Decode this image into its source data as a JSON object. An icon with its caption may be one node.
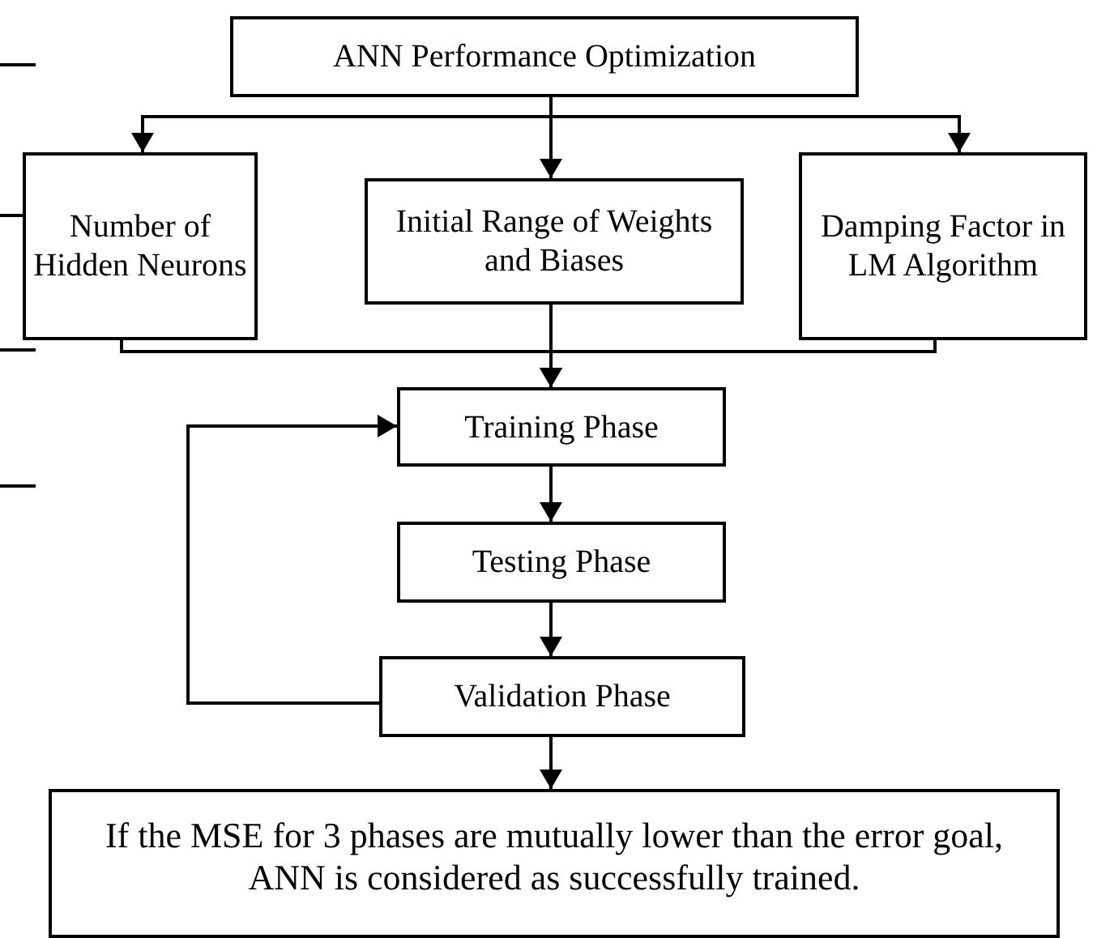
{
  "diagram": {
    "nodes": [
      {
        "text": [
          "ANN Performance Optimization"
        ]
      },
      {
        "text": [
          "Number of Hidden Neurons"
        ]
      },
      {
        "text": [
          "Initial Range of Weights and Biases"
        ]
      },
      {
        "text": [
          "Damping Factor in LM Algorithm"
        ]
      },
      {
        "text": [
          "Training Phase"
        ]
      },
      {
        "text": [
          "Testing Phase"
        ]
      },
      {
        "text": [
          "Validation Phase"
        ]
      },
      {
        "text": [
          "If the MSE for 3 phases are mutually lower than the error goal, ANN is considered as successfully trained."
        ]
      }
    ],
    "edges": [
      {
        "from": 0,
        "to": 1,
        "arrow": "to"
      },
      {
        "from": 0,
        "to": 2,
        "arrow": "to"
      },
      {
        "from": 0,
        "to": 3,
        "arrow": "to"
      },
      {
        "from": 1,
        "to": 4,
        "arrow": "to"
      },
      {
        "from": 2,
        "to": 4,
        "arrow": "to"
      },
      {
        "from": 3,
        "to": 4,
        "arrow": "to"
      },
      {
        "from": 4,
        "to": 5,
        "arrow": "to"
      },
      {
        "from": 5,
        "to": 6,
        "arrow": "to"
      },
      {
        "from": 6,
        "to": 7,
        "arrow": "to"
      },
      {
        "from": 6,
        "to": 4,
        "arrow": "to"
      }
    ]
  }
}
